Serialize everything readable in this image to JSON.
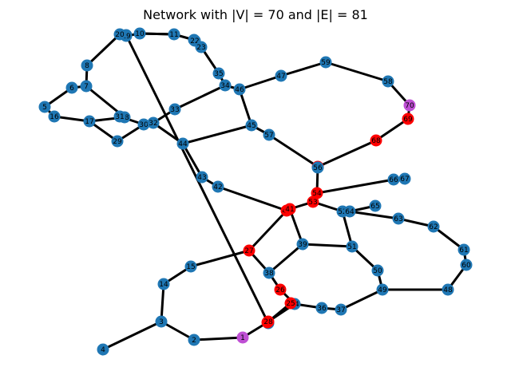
{
  "title": "Network with |V| = 70 and |E| = 81",
  "colors": {
    "default_node": "#1f77b4",
    "red_node": "#ff0000",
    "purple_node": "#bf4fd4",
    "edge": "#000000"
  },
  "chart_data": {
    "type": "network",
    "nodes": [
      {
        "id": "1",
        "color": "purple"
      },
      {
        "id": "2",
        "color": "blue"
      },
      {
        "id": "3",
        "color": "blue"
      },
      {
        "id": "4",
        "color": "blue"
      },
      {
        "id": "5",
        "color": "blue"
      },
      {
        "id": "6",
        "color": "blue"
      },
      {
        "id": "7",
        "color": "blue"
      },
      {
        "id": "8",
        "color": "blue"
      },
      {
        "id": "9",
        "color": "blue"
      },
      {
        "id": "10",
        "color": "blue"
      },
      {
        "id": "11",
        "color": "blue"
      },
      {
        "id": "12",
        "color": "blue"
      },
      {
        "id": "13",
        "color": "red"
      },
      {
        "id": "14",
        "color": "blue"
      },
      {
        "id": "15",
        "color": "blue"
      },
      {
        "id": "16",
        "color": "blue"
      },
      {
        "id": "17",
        "color": "blue"
      },
      {
        "id": "18",
        "color": "blue"
      },
      {
        "id": "19",
        "color": "blue"
      },
      {
        "id": "20",
        "color": "blue"
      },
      {
        "id": "21",
        "color": "blue"
      },
      {
        "id": "22",
        "color": "blue"
      },
      {
        "id": "23",
        "color": "blue"
      },
      {
        "id": "24",
        "color": "blue"
      },
      {
        "id": "25",
        "color": "red"
      },
      {
        "id": "26",
        "color": "red"
      },
      {
        "id": "27",
        "color": "red"
      },
      {
        "id": "28",
        "color": "red"
      },
      {
        "id": "29",
        "color": "blue"
      },
      {
        "id": "30",
        "color": "blue"
      },
      {
        "id": "31",
        "color": "blue"
      },
      {
        "id": "32",
        "color": "blue"
      },
      {
        "id": "33",
        "color": "blue"
      },
      {
        "id": "34",
        "color": "blue"
      },
      {
        "id": "35",
        "color": "blue"
      },
      {
        "id": "36",
        "color": "blue"
      },
      {
        "id": "37",
        "color": "blue"
      },
      {
        "id": "38",
        "color": "blue"
      },
      {
        "id": "39",
        "color": "blue"
      },
      {
        "id": "40",
        "color": "red"
      },
      {
        "id": "41",
        "color": "red"
      },
      {
        "id": "42",
        "color": "blue"
      },
      {
        "id": "43",
        "color": "blue"
      },
      {
        "id": "44",
        "color": "blue"
      },
      {
        "id": "45",
        "color": "blue"
      },
      {
        "id": "46",
        "color": "blue"
      },
      {
        "id": "47",
        "color": "blue"
      },
      {
        "id": "48",
        "color": "blue"
      },
      {
        "id": "49",
        "color": "blue"
      },
      {
        "id": "50",
        "color": "blue"
      },
      {
        "id": "51",
        "color": "blue"
      },
      {
        "id": "52",
        "color": "blue"
      },
      {
        "id": "53",
        "color": "red"
      },
      {
        "id": "54",
        "color": "red"
      },
      {
        "id": "55",
        "color": "red"
      },
      {
        "id": "56",
        "color": "blue"
      },
      {
        "id": "57",
        "color": "blue"
      },
      {
        "id": "58",
        "color": "blue"
      },
      {
        "id": "59",
        "color": "blue"
      },
      {
        "id": "60",
        "color": "blue"
      },
      {
        "id": "61",
        "color": "blue"
      },
      {
        "id": "62",
        "color": "blue"
      },
      {
        "id": "63",
        "color": "blue"
      },
      {
        "id": "64",
        "color": "blue"
      },
      {
        "id": "65",
        "color": "blue"
      },
      {
        "id": "66",
        "color": "blue"
      },
      {
        "id": "67",
        "color": "blue"
      },
      {
        "id": "68",
        "color": "red"
      },
      {
        "id": "69",
        "color": "red"
      },
      {
        "id": "70",
        "color": "purple"
      }
    ],
    "edges": [
      [
        "1",
        "2"
      ],
      [
        "2",
        "3"
      ],
      [
        "3",
        "4"
      ],
      [
        "3",
        "14"
      ],
      [
        "14",
        "15"
      ],
      [
        "15",
        "27"
      ],
      [
        "1",
        "13"
      ],
      [
        "13",
        "25"
      ],
      [
        "24",
        "25"
      ],
      [
        "24",
        "26"
      ],
      [
        "26",
        "38"
      ],
      [
        "27",
        "38"
      ],
      [
        "27",
        "40"
      ],
      [
        "38",
        "39"
      ],
      [
        "39",
        "41"
      ],
      [
        "39",
        "51"
      ],
      [
        "24",
        "36"
      ],
      [
        "36",
        "37"
      ],
      [
        "37",
        "49"
      ],
      [
        "48",
        "49"
      ],
      [
        "49",
        "50"
      ],
      [
        "50",
        "51"
      ],
      [
        "51",
        "52"
      ],
      [
        "41",
        "53"
      ],
      [
        "40",
        "42"
      ],
      [
        "42",
        "43"
      ],
      [
        "43",
        "44"
      ],
      [
        "44",
        "45"
      ],
      [
        "45",
        "46"
      ],
      [
        "45",
        "57"
      ],
      [
        "57",
        "55"
      ],
      [
        "55",
        "54"
      ],
      [
        "54",
        "53"
      ],
      [
        "54",
        "66"
      ],
      [
        "55",
        "68"
      ],
      [
        "68",
        "69"
      ],
      [
        "69",
        "70"
      ],
      [
        "70",
        "58"
      ],
      [
        "58",
        "59"
      ],
      [
        "59",
        "47"
      ],
      [
        "47",
        "46"
      ],
      [
        "46",
        "34"
      ],
      [
        "34",
        "35"
      ],
      [
        "35",
        "23"
      ],
      [
        "23",
        "22"
      ],
      [
        "22",
        "21"
      ],
      [
        "21",
        "11"
      ],
      [
        "11",
        "10"
      ],
      [
        "10",
        "19"
      ],
      [
        "19",
        "20"
      ],
      [
        "20",
        "8"
      ],
      [
        "8",
        "7"
      ],
      [
        "7",
        "6"
      ],
      [
        "6",
        "5"
      ],
      [
        "5",
        "16"
      ],
      [
        "16",
        "17"
      ],
      [
        "17",
        "18"
      ],
      [
        "17",
        "29"
      ],
      [
        "29",
        "30"
      ],
      [
        "18",
        "31"
      ],
      [
        "31",
        "30"
      ],
      [
        "30",
        "32"
      ],
      [
        "32",
        "44"
      ],
      [
        "32",
        "33"
      ],
      [
        "33",
        "34"
      ],
      [
        "7",
        "18"
      ],
      [
        "52",
        "64"
      ],
      [
        "64",
        "65"
      ],
      [
        "53",
        "52"
      ],
      [
        "64",
        "63"
      ],
      [
        "63",
        "62"
      ],
      [
        "62",
        "61"
      ],
      [
        "61",
        "60"
      ],
      [
        "60",
        "48"
      ],
      [
        "40",
        "41"
      ],
      [
        "10",
        "11"
      ],
      [
        "22",
        "23"
      ],
      [
        "12",
        "9"
      ],
      [
        "28",
        "24"
      ],
      [
        "28",
        "13"
      ],
      [
        "66",
        "67"
      ]
    ]
  }
}
